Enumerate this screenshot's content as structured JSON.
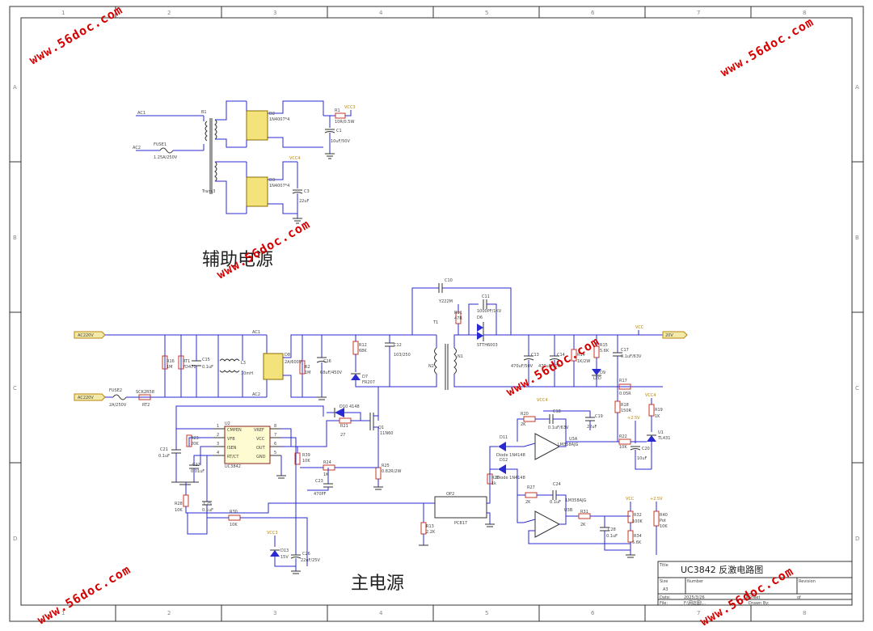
{
  "zones": {
    "top": [
      "1",
      "2",
      "3",
      "4",
      "5",
      "6",
      "7",
      "8"
    ],
    "side": [
      "A",
      "B",
      "C",
      "D"
    ]
  },
  "sections": {
    "aux": "辅助电源",
    "main": "主电源"
  },
  "title_block": {
    "title_label": "Title",
    "title": "UC3842 反激电路图",
    "size_label": "Size",
    "size": "A3",
    "number_label": "Number",
    "revision_label": "Revision",
    "date_label": "Date:",
    "date": "2025/3/26",
    "sheet_label": "Sheet",
    "of_label": "of",
    "file_label": "File:",
    "file": "F:\\网店图\\...",
    "drawn_label": "Drawn By:"
  },
  "watermark": "www.56doc.com",
  "labels": {
    "ac1": "AC1",
    "ac2": "AC2",
    "fuse1": "FUSE1",
    "fuse1_val": "1.25A/250V",
    "t_aux": "Trans3",
    "b1": "B1",
    "d2": "D2",
    "d2_val": "1N4007*4",
    "d3": "D3",
    "d3_val": "1N4007*4",
    "r1": "R1",
    "r1_val": "10R/0.5W",
    "vcc3": "VCC3",
    "c1": "C1",
    "c1_val": "10uF/50V",
    "vcc4": "VCC4",
    "c3": "C3",
    "c3_val": "22uF",
    "ac220_in": "AC220V",
    "ac220_n": "AC220V",
    "fuse2": "FUSE2",
    "fuse2_val": "2A/250V",
    "rt2": "RT2",
    "scr": "SCK2R58",
    "r16": "R16",
    "r16_val": "1M",
    "rt1": "RT1",
    "rt1_val": "7D471",
    "c15": "C15",
    "c15_val": "0.1uF",
    "l3": "L3",
    "l3_val": "10mH",
    "ac1m": "AC1",
    "ac2m": "AC2",
    "d8": "D8",
    "d8_val": "2A/600V",
    "r2": "R2",
    "r2_val": "1M",
    "c16": "C16",
    "c16_val": "68uF/450V",
    "r12": "R12",
    "r12_val": "68K",
    "c12": "C12",
    "c12_val": "103/250",
    "d7": "D7",
    "d7_val": "FR207",
    "c10": "C10",
    "c10_val": "Y222M",
    "t1": "T1",
    "n1": "N1",
    "n2": "N2",
    "r11": "R11",
    "r11_val": "47R",
    "c11": "C11",
    "c11_val": "1000PF/1KV",
    "d6": "D6",
    "d6_val": "STTH6003",
    "c13": "C13",
    "c13_val": "470uF/50V",
    "c14": "C14",
    "c14_val": "470uF/50V",
    "r14": "R14",
    "r14_val": "1K/2W",
    "d9": "D9",
    "d9_val": "LED",
    "r15": "R15",
    "r15_val": "5.6K",
    "c17": "C17",
    "c17_val": "0.1uF/63V",
    "vcc": "VCC",
    "out": "20V",
    "r17": "R17",
    "r17_val": "0.05R",
    "r18": "R18",
    "r18_val": "150R",
    "vcc4b": "VCC4",
    "r19": "R19",
    "r19_val": "1K",
    "v25": "+2.5V",
    "u1": "U1",
    "u1_val": "TL431",
    "c20": "C20",
    "c20_val": "10uF",
    "d10": "D10",
    "d10_val": "4148",
    "r21": "R21",
    "r21_val": "27",
    "q1": "Q1",
    "q1_val": "11N60",
    "u2": "U2",
    "u2_name": "UC3842",
    "pin_cmpen": "CMPEN",
    "pin_vref": "VREF",
    "pin_vfb": "VFB",
    "pin_vcc": "VCC",
    "pin_isen": "ISEN",
    "pin_out": "OUT",
    "pin_rtct": "RT/CT",
    "pin_gnd": "GND",
    "p1": "1",
    "p2": "2",
    "p3": "3",
    "p4": "4",
    "p5": "5",
    "p6": "6",
    "p7": "7",
    "p8": "8",
    "r23": "R23",
    "r23_val": "20K",
    "c21": "C21",
    "c21_val": "0.1uF",
    "c22": "C22",
    "c22_val": "0.01uF",
    "r39": "R39",
    "r39_val": "10K",
    "r24": "R24",
    "r24_val": "1K",
    "c23": "C23",
    "c23_val": "470PF",
    "r25": "R25",
    "r25_val": "0.82R/2W",
    "r28": "R28",
    "r28_val": "10K",
    "c25": "C25",
    "c25_val": "0.1uF",
    "r30": "R30",
    "r30_val": "10K",
    "vcc3b": "VCC3",
    "d13": "D13",
    "d13_val": "15V",
    "c26": "C26",
    "c26_val": "22uF/25V",
    "r13": "R13",
    "r13_val": "2.2K",
    "op": "OP2",
    "op_val": "PC817",
    "r20": "R20",
    "r20_val": "2K",
    "c18": "C18",
    "c18_val": "0.1uF/63V",
    "c19": "C19",
    "c19_val": "22uF",
    "vcc4c": "VCC4",
    "u3a": "U3A",
    "u3a_val": "LM358AJG",
    "r22": "R22",
    "r22_val": "10K",
    "d11": "D11",
    "d11_val": "Diode 1N4148",
    "d12": "D12",
    "d12_val": "Diode 1N4148",
    "r26": "R26",
    "r26_val": "1k",
    "r27": "R27",
    "r27_val": "2K",
    "c24": "C24",
    "c24_val": "0.1uF",
    "u3b": "U3B",
    "u3b_val": "LM358AJG",
    "r31": "R31",
    "r31_val": "2K",
    "c28": "C28",
    "c28_val": "0.1uF",
    "vcc2": "VCC",
    "v25b": "+2.5V",
    "r32": "R32",
    "r32_val": "100K",
    "r34": "R34",
    "r34_val": "5.6K",
    "r40": "R40",
    "r40_val": "10K",
    "r40_name": "Pot"
  }
}
